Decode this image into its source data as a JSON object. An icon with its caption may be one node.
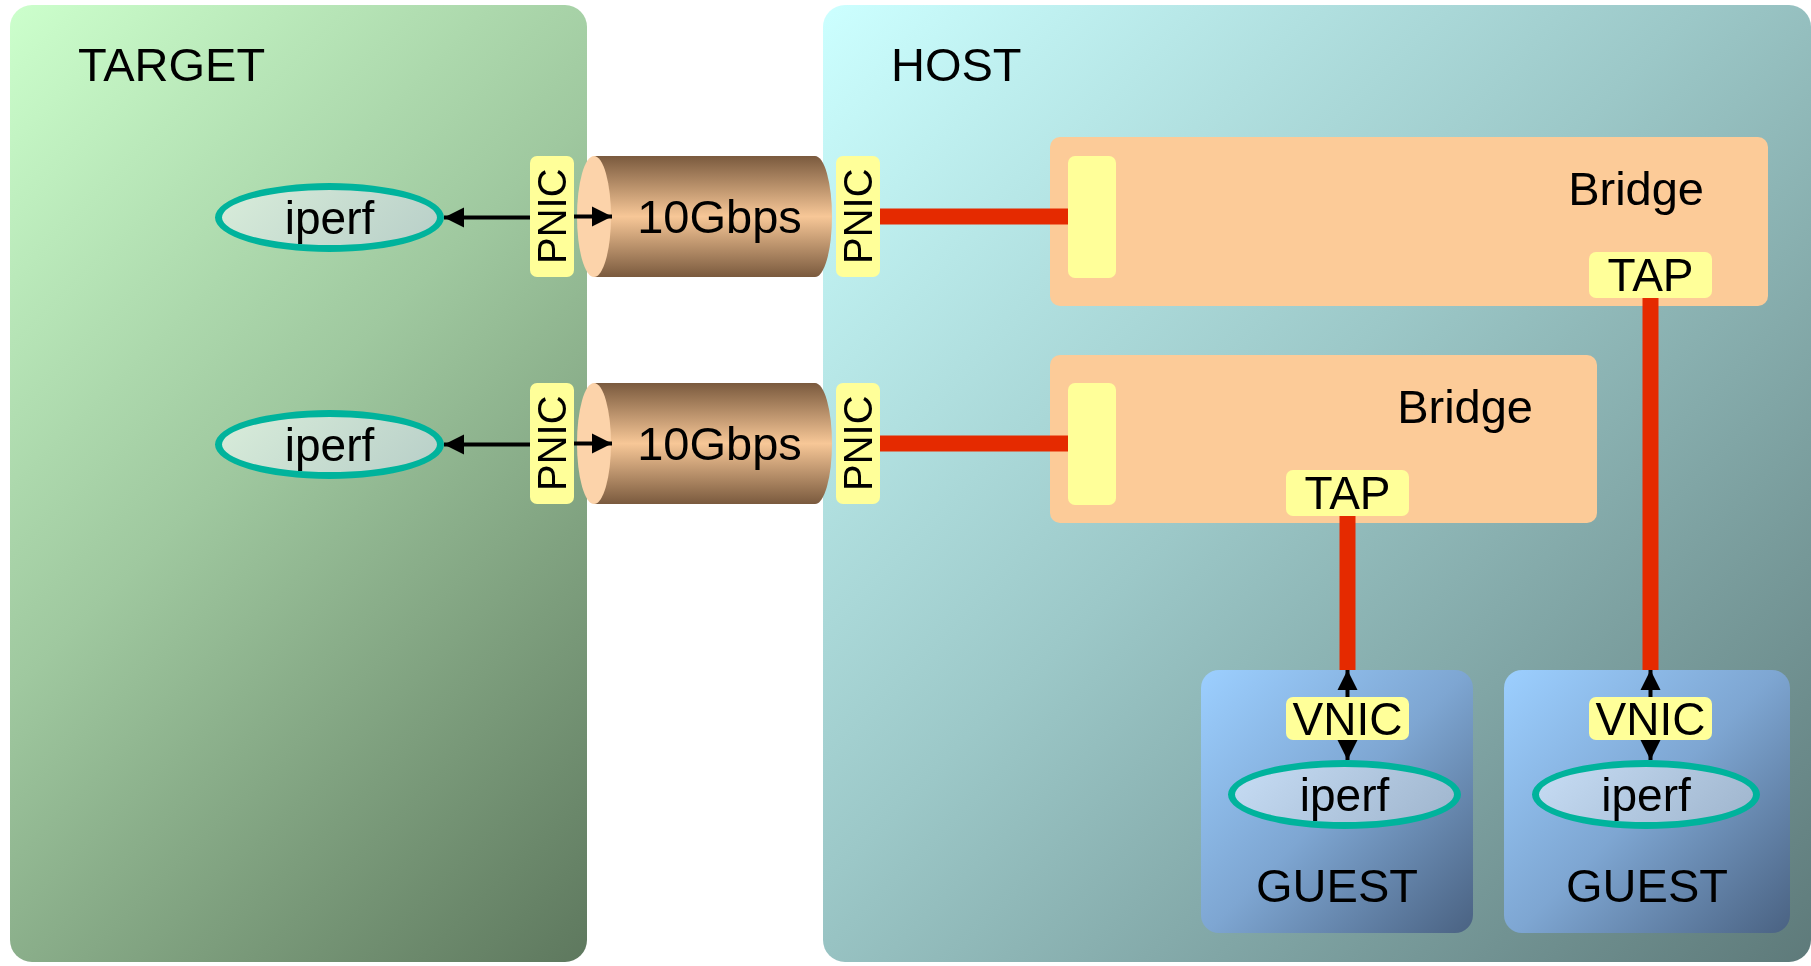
{
  "diagram": {
    "nodes": [
      {
        "text": [
          "TARGET"
        ]
      },
      {
        "text": [
          "HOST"
        ]
      },
      {
        "text": [
          "iperf"
        ],
        "in": 0
      },
      {
        "text": [
          "PNIC"
        ],
        "in": 0
      },
      {
        "text": [
          "10Gbps"
        ]
      },
      {
        "text": [
          "PNIC"
        ],
        "in": 1
      },
      {
        "text": [
          "Bridge"
        ],
        "in": 1
      },
      {
        "text": [],
        "shape": "box",
        "in": 6
      },
      {
        "text": [
          "TAP"
        ],
        "in": 6
      },
      {
        "text": [
          "iperf"
        ],
        "in": 0
      },
      {
        "text": [
          "PNIC"
        ],
        "in": 0
      },
      {
        "text": [
          "10Gbps"
        ]
      },
      {
        "text": [
          "PNIC"
        ],
        "in": 1
      },
      {
        "text": [
          "Bridge"
        ],
        "in": 1
      },
      {
        "text": [],
        "shape": "box",
        "in": 13
      },
      {
        "text": [
          "TAP"
        ],
        "in": 13
      },
      {
        "text": [
          "GUEST"
        ],
        "in": 1
      },
      {
        "text": [
          "VNIC"
        ],
        "in": 16
      },
      {
        "text": [
          "iperf"
        ],
        "in": 16
      },
      {
        "text": [
          "GUEST"
        ],
        "in": 1
      },
      {
        "text": [
          "VNIC"
        ],
        "in": 19
      },
      {
        "text": [
          "iperf"
        ],
        "in": 19
      }
    ],
    "edges": [
      {
        "from": 3,
        "to": 2,
        "arrow": "to"
      },
      {
        "from": 3,
        "to": 4,
        "arrow": "to"
      },
      {
        "from": 5,
        "to": 7,
        "arrow": "none",
        "style": "thick",
        "color": "#e52a00"
      },
      {
        "from": 10,
        "to": 9,
        "arrow": "to"
      },
      {
        "from": 10,
        "to": 11,
        "arrow": "to"
      },
      {
        "from": 12,
        "to": 14,
        "arrow": "none",
        "style": "thick",
        "color": "#e52a00"
      },
      {
        "from": 15,
        "to": 16,
        "arrow": "none",
        "style": "thick",
        "color": "#e52a00"
      },
      {
        "from": 17,
        "to": 16,
        "arrow": "to"
      },
      {
        "from": 17,
        "to": 18,
        "arrow": "to"
      },
      {
        "from": 8,
        "to": 19,
        "arrow": "none",
        "style": "thick",
        "color": "#e52a00"
      },
      {
        "from": 20,
        "to": 19,
        "arrow": "to"
      },
      {
        "from": 20,
        "to": 21,
        "arrow": "to"
      }
    ]
  }
}
